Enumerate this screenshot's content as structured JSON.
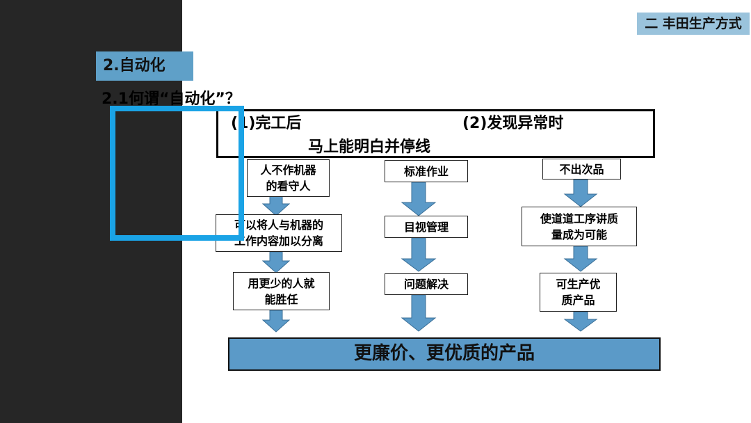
{
  "section_tag": "二 丰田生产方式",
  "title": "2.自动化",
  "subtitle": "2.1何谓“自动化”？",
  "header": {
    "item1": "(1)完工后",
    "item2": "(2)发现异常时",
    "item3": "马上能明白并停线"
  },
  "columns": [
    {
      "steps": [
        "人不作机器\n的看守人",
        "可以将人与机器的\n工作内容加以分离",
        "用更少的人就\n能胜任"
      ]
    },
    {
      "steps": [
        "标准作业",
        "目视管理",
        "问题解决"
      ]
    },
    {
      "steps": [
        "不出次品",
        "使道道工序讲质\n量成为可能",
        "可生产优\n质产品"
      ]
    }
  ],
  "result": "更廉价、更优质的产品",
  "colors": {
    "accent_light": "#9ac3dc",
    "accent": "#5fa0c8",
    "arrow": "#5b9ac8",
    "frame": "#1aa3e6",
    "panel": "#262626"
  }
}
